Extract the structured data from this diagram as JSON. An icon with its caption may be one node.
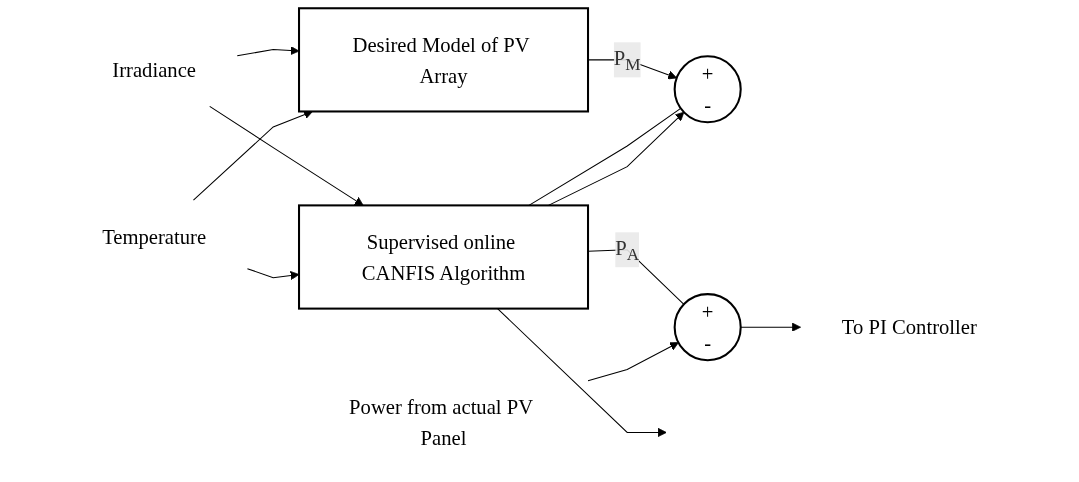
{
  "diagram": {
    "nodes": [
      {
        "text": [
          "Irradiance"
        ]
      },
      {
        "text": [
          "Temperature"
        ]
      },
      {
        "text": [
          "Desired Model of PV Array"
        ]
      },
      {
        "text": [
          "Supervised online CANFIS Algorithm"
        ]
      },
      {
        "text": [
          "+",
          "-"
        ]
      },
      {
        "text": [
          "+",
          "-"
        ]
      },
      {
        "text": [
          "To PI Controller"
        ]
      },
      {
        "text": [
          "Power from actual PV Panel"
        ]
      }
    ],
    "edges": [
      {
        "from": 0,
        "to": 2,
        "arrow": "to"
      },
      {
        "from": 0,
        "to": 3,
        "arrow": "to"
      },
      {
        "from": 1,
        "to": 2,
        "arrow": "to"
      },
      {
        "from": 1,
        "to": 3,
        "arrow": "to"
      },
      {
        "from": 2,
        "to": 4,
        "arrow": "to",
        "label": "P$_{M}$"
      },
      {
        "from": 3,
        "to": 4,
        "arrow": "none"
      },
      {
        "from": 3,
        "to": 4,
        "arrow": "to"
      },
      {
        "from": 3,
        "to": 5,
        "arrow": "none",
        "label": "P$_{A}$"
      },
      {
        "from": 5,
        "to": 6,
        "arrow": "to"
      },
      {
        "from": 7,
        "to": 5,
        "arrow": "to"
      },
      {
        "from": 3,
        "to": null,
        "arrow": "to"
      }
    ]
  }
}
